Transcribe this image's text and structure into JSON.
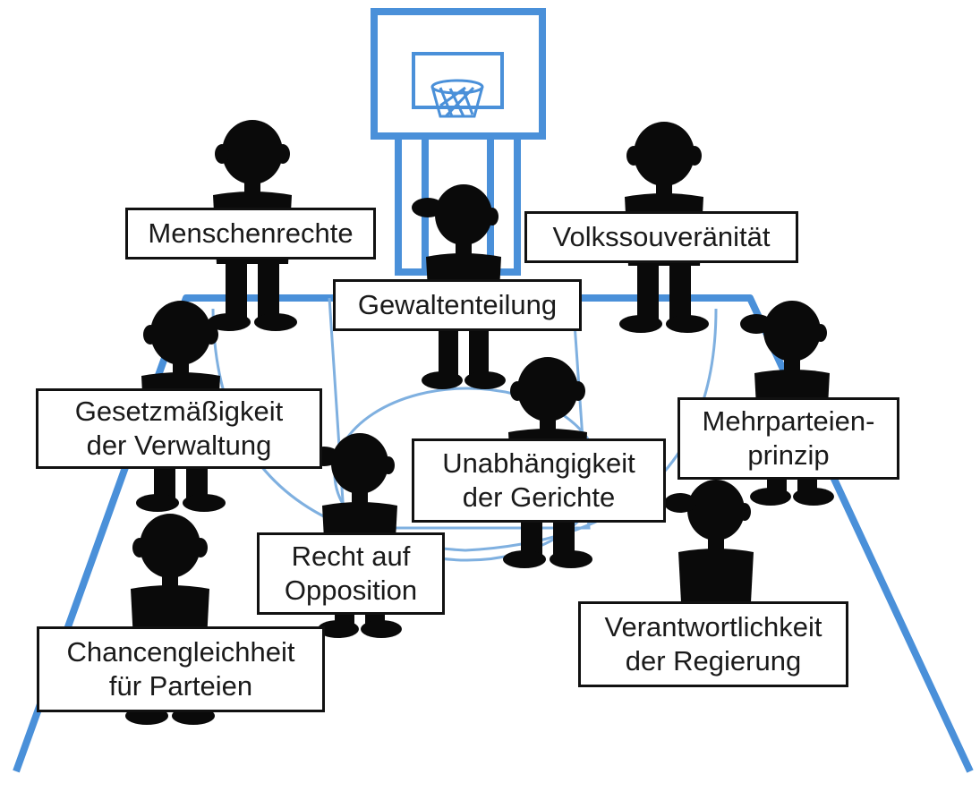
{
  "colors": {
    "court_line": "#4a90d9",
    "thin_line": "#7fb0e0",
    "silhouette": "#0a0a0a",
    "sign_border": "#111111"
  },
  "signs": {
    "menschenrechte": "Menschenrechte",
    "volkssouveraenitaet": "Volkssouveränität",
    "gewaltenteilung": "Gewaltenteilung",
    "gesetzmaessigkeit": "Gesetzmäßigkeit\nder Verwaltung",
    "mehrparteienprinzip": "Mehrparteien-\nprinzip",
    "unabhaengigkeit": "Unabhängigkeit\nder Gerichte",
    "opposition": "Recht auf\nOpposition",
    "chancengleichheit": "Chancengleichheit\nfür Parteien",
    "verantwortlichkeit": "Verantwortlichkeit\nder Regierung"
  },
  "icons": {
    "backboard": "basketball-backboard-icon",
    "hoop": "basketball-hoop-icon",
    "player": "player-silhouette-icon"
  }
}
